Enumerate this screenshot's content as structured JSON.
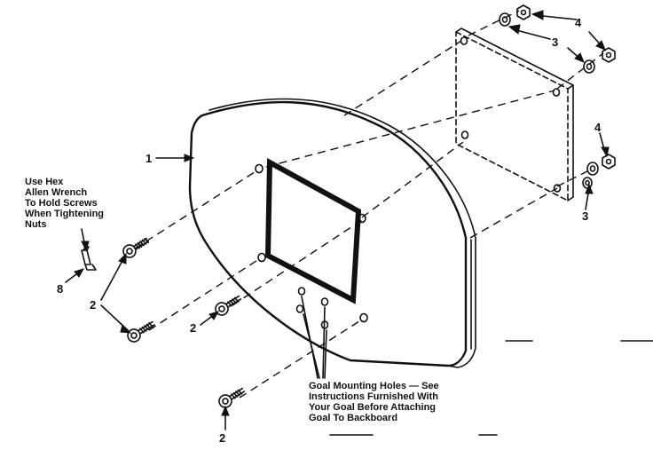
{
  "callouts": {
    "part1": "1",
    "part2a": "2",
    "part2b": "2",
    "part2c": "2",
    "part3a": "3",
    "part3b": "3",
    "part4a": "4",
    "part4b": "4",
    "part8": "8"
  },
  "note_wrench": [
    "Use Hex",
    "Allen Wrench",
    "To Hold Screws",
    "When Tightening",
    "Nuts"
  ],
  "note_mounting": [
    "Goal Mounting Holes — See",
    "Instructions Furnished With",
    "Your Goal Before Attaching",
    "Goal To Backboard"
  ]
}
